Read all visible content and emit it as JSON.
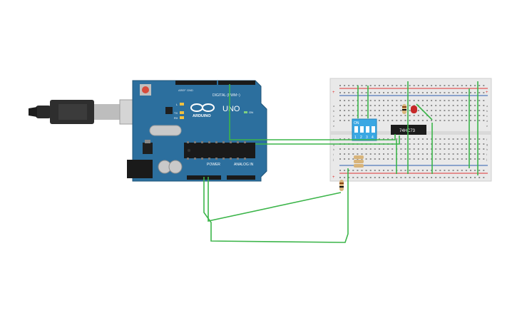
{
  "arduino": {
    "brand": "ARDUINO",
    "model": "UNO",
    "header_digital": "DIGITAL (PWM~)",
    "header_power": "POWER",
    "header_analog": "ANALOG IN",
    "on_label": "ON",
    "l_label": "L",
    "tx_label": "TX",
    "rx_label": "RX",
    "aref_label": "AREF",
    "gnd_label": "GND"
  },
  "dip_switch": {
    "on_label": "ON",
    "positions": [
      "1",
      "2",
      "3",
      "4"
    ]
  },
  "ic": {
    "label": "74HC73"
  },
  "breadboard": {
    "row_letters_top": [
      "a",
      "b",
      "c",
      "d",
      "e"
    ],
    "row_letters_bottom": [
      "f",
      "g",
      "h",
      "i",
      "j"
    ],
    "plus": "+",
    "minus": "-"
  },
  "colors": {
    "board_blue": "#2c6f9e",
    "wire_green": "#3cb54a",
    "dip_blue": "#3aa7e3",
    "led_red": "#c62828",
    "breadboard": "#e9e9e9",
    "rail_red": "#d33",
    "rail_blue": "#2a5db0"
  }
}
